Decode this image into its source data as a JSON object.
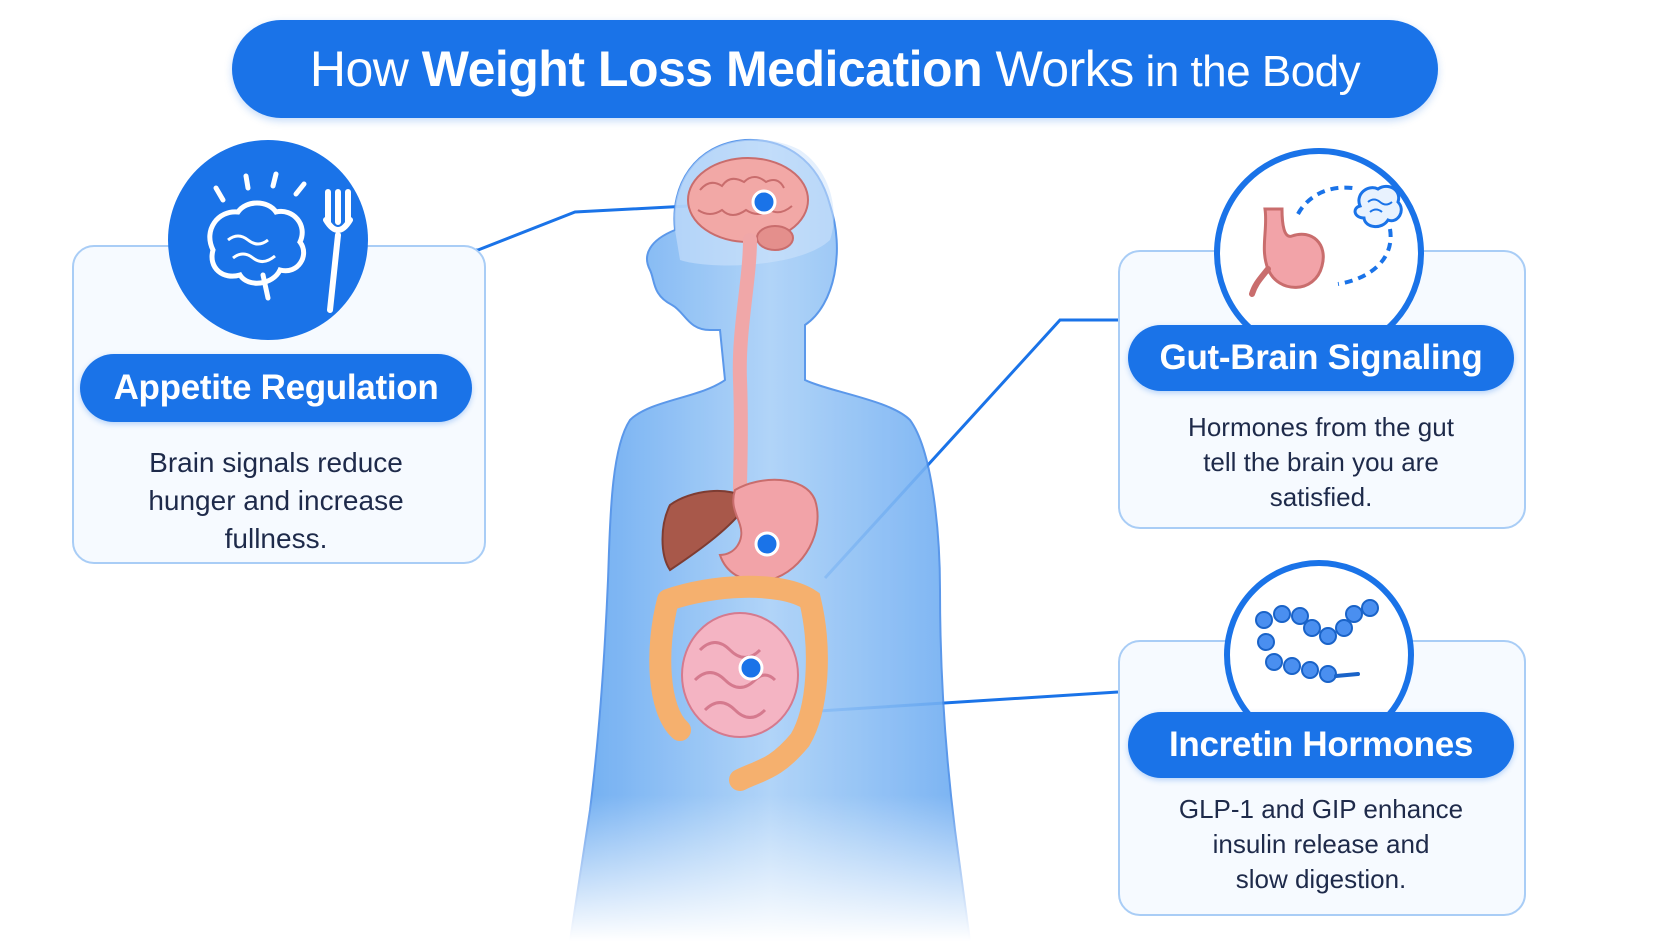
{
  "title": {
    "part1": "How ",
    "part2": "Weight Loss Medication",
    "part3": " Works",
    "part4": " in the Body"
  },
  "cards": {
    "appetite": {
      "heading": "Appetite Regulation",
      "desc_line1": "Brain signals reduce",
      "desc_line2": "hunger and increase",
      "desc_line3": "fullness."
    },
    "gut_brain": {
      "heading": "Gut-Brain Signaling",
      "desc_line1": "Hormones from the gut",
      "desc_line2": "tell the brain you are",
      "desc_line3": "satisfied."
    },
    "incretin": {
      "heading": "Incretin Hormones",
      "desc_line1": "GLP-1 and GIP enhance",
      "desc_line2": "insulin release and",
      "desc_line3": "slow digestion."
    }
  },
  "icons": {
    "appetite": "brain-and-fork-icon",
    "gut_brain": "stomach-brain-signal-icon",
    "incretin": "peptide-chain-icon"
  },
  "colors": {
    "accent": "#1a73e8",
    "card_border": "#a9cdf6",
    "card_bg": "#f6faff",
    "body_fill": "#8fc1f5",
    "organ_pink": "#f2a3a8",
    "colon_orange": "#f5b06e",
    "liver": "#a8584a"
  }
}
